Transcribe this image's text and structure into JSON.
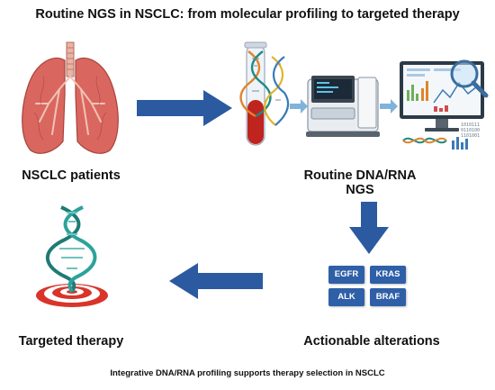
{
  "title": "Routine NGS in NSCLC: from molecular profiling to targeted therapy",
  "caption": "Integrative DNA/RNA profiling supports therapy selection in NSCLC",
  "stages": {
    "patients": "NSCLC patients",
    "ngs_line1": "Routine DNA/RNA",
    "ngs_line2": "NGS",
    "alterations": "Actionable alterations",
    "therapy": "Targeted therapy"
  },
  "genes": [
    "EGFR",
    "KRAS",
    "ALK",
    "BRAF"
  ],
  "monitor_text": [
    "1010111",
    "0110100",
    "1101001"
  ],
  "colors": {
    "arrow": "#2c5aa0",
    "gene_box": "#2f5fa7",
    "lung": "#d9675f",
    "target": "#d9342b"
  }
}
